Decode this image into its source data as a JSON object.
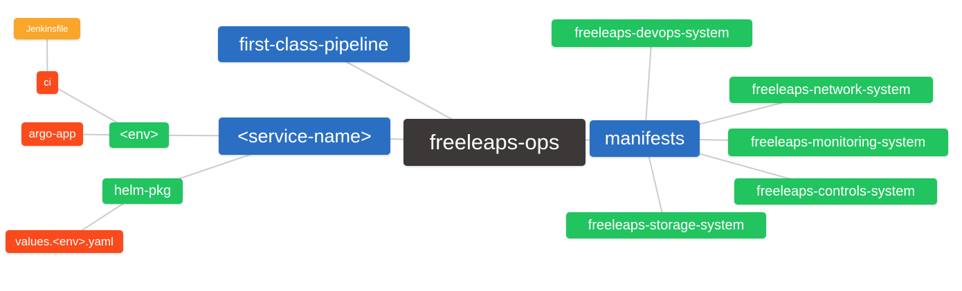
{
  "diagram": {
    "type": "mindmap",
    "root_label": "freeleaps-ops",
    "edge_color": "#CCCCCC",
    "palette": {
      "root": "#3B3837",
      "level1_blue": "#2B6FC2",
      "level2_green": "#21C45F",
      "level3_red": "#FB4A1C",
      "level4_amber": "#F9A62B",
      "text": "#FFFFFF",
      "background": "#FFFFFF"
    },
    "nodes": [
      {
        "id": "freeleaps-ops",
        "label": "freeleaps-ops",
        "depth": 0,
        "color": "#3B3837"
      },
      {
        "id": "first-class-pipeline",
        "label": "first-class-pipeline",
        "depth": 1,
        "color": "#2B6FC2"
      },
      {
        "id": "service-name",
        "label": "<service-name>",
        "depth": 1,
        "color": "#2B6FC2"
      },
      {
        "id": "manifests",
        "label": "manifests",
        "depth": 1,
        "color": "#2B6FC2"
      },
      {
        "id": "env",
        "label": "<env>",
        "depth": 2,
        "color": "#21C45F"
      },
      {
        "id": "helm-pkg",
        "label": "helm-pkg",
        "depth": 2,
        "color": "#21C45F"
      },
      {
        "id": "ci",
        "label": "ci",
        "depth": 3,
        "color": "#FB4A1C"
      },
      {
        "id": "argo-app",
        "label": "argo-app",
        "depth": 3,
        "color": "#FB4A1C"
      },
      {
        "id": "jenkinsfile",
        "label": "Jenkinsfile",
        "depth": 4,
        "color": "#F9A62B"
      },
      {
        "id": "values-env-yaml",
        "label": "values.<env>.yaml",
        "depth": 3,
        "color": "#FB4A1C"
      },
      {
        "id": "freeleaps-devops-system",
        "label": "freeleaps-devops-system",
        "depth": 2,
        "color": "#21C45F"
      },
      {
        "id": "freeleaps-network-system",
        "label": "freeleaps-network-system",
        "depth": 2,
        "color": "#21C45F"
      },
      {
        "id": "freeleaps-monitoring-system",
        "label": "freeleaps-monitoring-system",
        "depth": 2,
        "color": "#21C45F"
      },
      {
        "id": "freeleaps-controls-system",
        "label": "freeleaps-controls-system",
        "depth": 2,
        "color": "#21C45F"
      },
      {
        "id": "freeleaps-storage-system",
        "label": "freeleaps-storage-system",
        "depth": 2,
        "color": "#21C45F"
      }
    ],
    "edges": [
      [
        "freeleaps-ops",
        "first-class-pipeline"
      ],
      [
        "freeleaps-ops",
        "service-name"
      ],
      [
        "freeleaps-ops",
        "manifests"
      ],
      [
        "service-name",
        "env"
      ],
      [
        "service-name",
        "helm-pkg"
      ],
      [
        "env",
        "ci"
      ],
      [
        "env",
        "argo-app"
      ],
      [
        "ci",
        "jenkinsfile"
      ],
      [
        "helm-pkg",
        "values-env-yaml"
      ],
      [
        "manifests",
        "freeleaps-devops-system"
      ],
      [
        "manifests",
        "freeleaps-network-system"
      ],
      [
        "manifests",
        "freeleaps-monitoring-system"
      ],
      [
        "manifests",
        "freeleaps-controls-system"
      ],
      [
        "manifests",
        "freeleaps-storage-system"
      ]
    ]
  }
}
